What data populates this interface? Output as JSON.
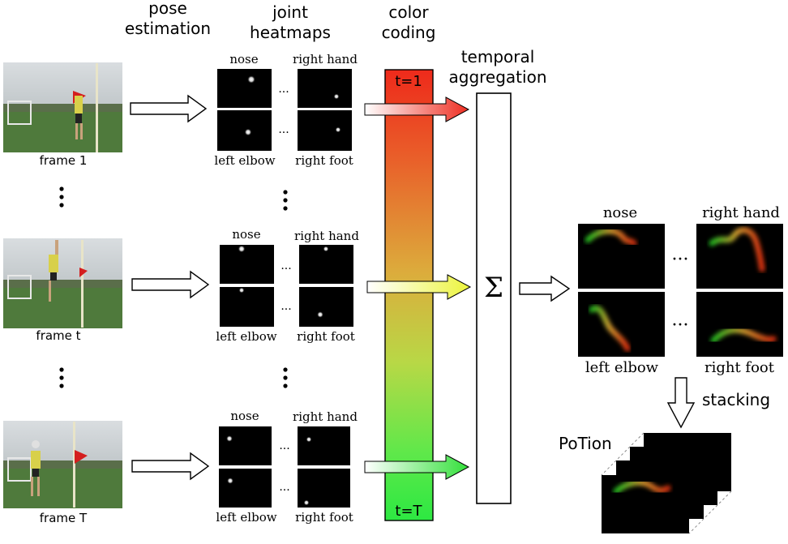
{
  "column_headers": {
    "pose_estimation": [
      "pose",
      "estimation"
    ],
    "joint_heatmaps": [
      "joint",
      "heatmaps"
    ],
    "color_coding": [
      "color",
      "coding"
    ],
    "temporal_aggregation": [
      "temporal",
      "aggregation"
    ]
  },
  "frames": [
    {
      "label": "frame 1"
    },
    {
      "label": "frame t"
    },
    {
      "label": "frame T"
    }
  ],
  "heatmap_labels": {
    "top_left": "nose",
    "top_right": "right hand",
    "bottom_left": "left elbow",
    "bottom_right": "right foot"
  },
  "ellipsis": "...",
  "gradient": {
    "top_label": "t=1",
    "bottom_label": "t=T",
    "colors": [
      "#ee2a1b",
      "#e9602a",
      "#dcac3c",
      "#b8d846",
      "#5fe84a",
      "#2de842"
    ]
  },
  "arrow_colors": [
    "#ee2e22",
    "#ecf43c",
    "#33e03a"
  ],
  "sum_symbol": "Σ",
  "output": {
    "labels": {
      "top_left": "nose",
      "top_right": "right hand",
      "bottom_left": "left elbow",
      "bottom_right": "right foot"
    },
    "ellipsis": "···"
  },
  "stacking_label": "stacking",
  "potion_label": "PoTion"
}
